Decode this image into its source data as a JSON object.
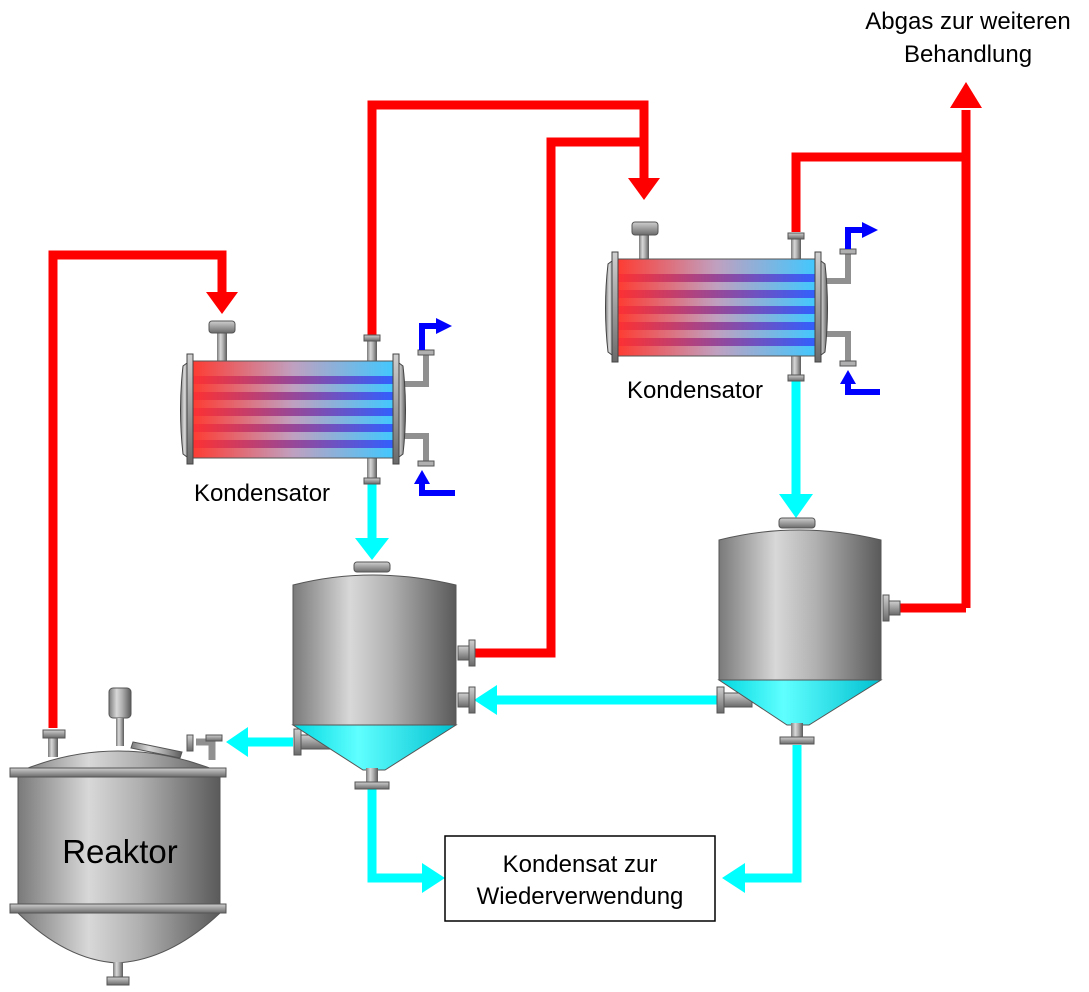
{
  "labels": {
    "exhaust_line1": "Abgas zur weiteren",
    "exhaust_line2": "Behandlung",
    "condenser1": "Kondensator",
    "condenser2": "Kondensator",
    "reactor": "Reaktor",
    "recycle_line1": "Kondensat zur",
    "recycle_line2": "Wiederverwendung"
  },
  "colors": {
    "vapor_line": "#ff0000",
    "condensate_line": "#00ffff",
    "coolant_line": "#0000ff",
    "vessel_gray": "#a0a0a0",
    "tube_red": "#ff3030",
    "tube_blue": "#3060ff"
  }
}
